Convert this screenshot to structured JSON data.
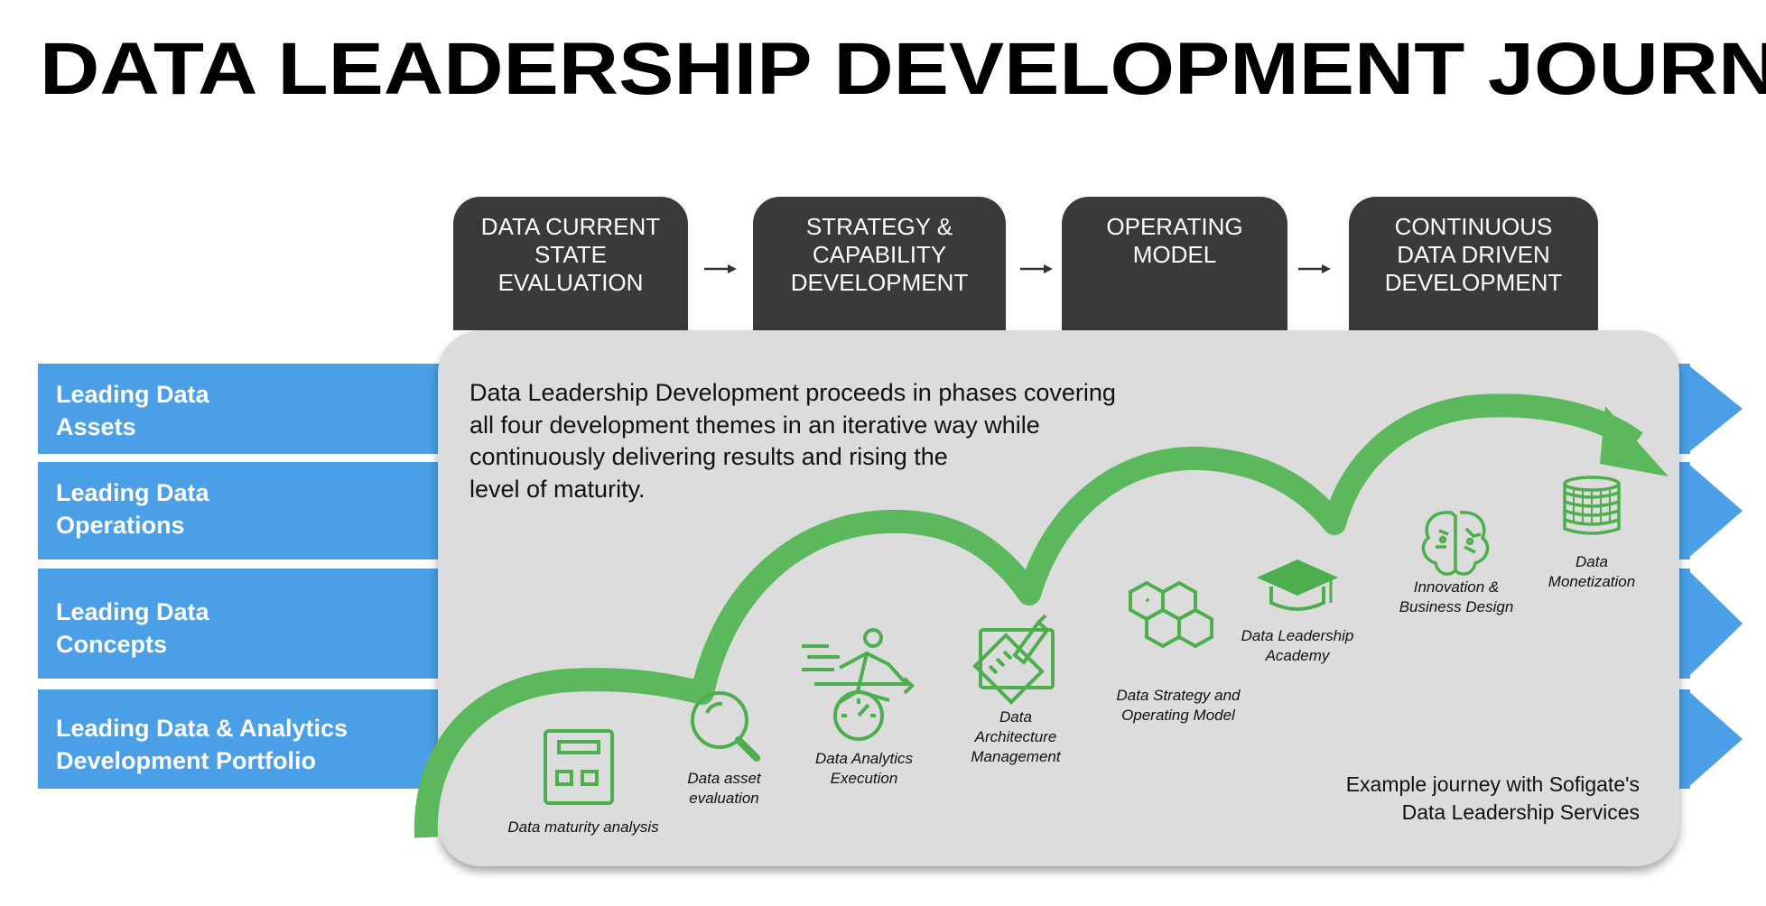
{
  "title": "DATA LEADERSHIP DEVELOPMENT JOURNEY",
  "phases": [
    {
      "label": "DATA CURRENT\nSTATE\nEVALUATION"
    },
    {
      "label": "STRATEGY &\nCAPABILITY\nDEVELOPMENT"
    },
    {
      "label": "OPERATING\nMODEL"
    },
    {
      "label": "CONTINUOUS\nDATA DRIVEN\nDEVELOPMENT"
    }
  ],
  "themes": [
    {
      "label": "Leading Data\nAssets"
    },
    {
      "label": "Leading Data\nOperations"
    },
    {
      "label": "Leading Data\nConcepts"
    },
    {
      "label": "Leading Data & Analytics\nDevelopment Portfolio"
    }
  ],
  "intro_text": "Data Leadership Development proceeds in phases covering\nall four development themes in an iterative way while\ncontinuously delivering results and rising the\nlevel of maturity.",
  "steps": [
    {
      "label": "Data maturity analysis",
      "icon": "calculator-icon"
    },
    {
      "label": "Data asset\nevaluation",
      "icon": "magnifier-icon"
    },
    {
      "label": "Data Analytics\nExecution",
      "icon": "runner-speedometer-icon"
    },
    {
      "label": "Data\nArchitecture\nManagement",
      "icon": "drafting-tools-icon"
    },
    {
      "label": "Data Strategy and\nOperating Model",
      "icon": "hexagon-cluster-icon"
    },
    {
      "label": "Data Leadership\nAcademy",
      "icon": "graduation-cap-icon"
    },
    {
      "label": "Innovation &\nBusiness Design",
      "icon": "brain-icon"
    },
    {
      "label": "Data\nMonetization",
      "icon": "coin-stack-icon"
    }
  ],
  "example_text": "Example journey with Sofigate's\nData Leadership Services",
  "colors": {
    "phase_box": "#3a3a3a",
    "theme_band": "#4a9fe6",
    "journey_arrow": "#5cb85c",
    "icon_green": "#4cae4c",
    "bubble": "#dcdcdc"
  }
}
